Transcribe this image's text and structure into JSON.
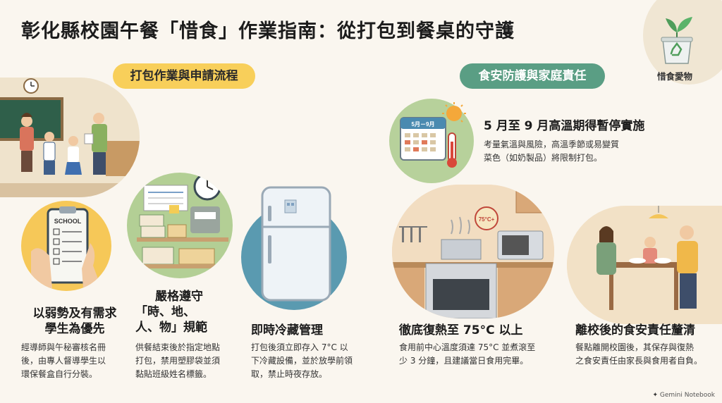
{
  "title": "彰化縣校園午餐「惜食」作業指南：從打包到餐桌的守護",
  "logo": {
    "label": "惜食愛物"
  },
  "sections": {
    "left_label": "打包作業與申請流程",
    "right_label": "食安防護與家庭責任"
  },
  "illustrations": {
    "school_sign": "SCHOOL",
    "calendar_range": "5月－9月",
    "temp_badge": "75°C+"
  },
  "cards": [
    {
      "title_lines": [
        "以弱勢及有需求",
        "學生為優先"
      ],
      "body_lines": [
        "經導師與午秘審核名冊",
        "後，由專人督導學生以",
        "環保餐盒自行分裝。"
      ]
    },
    {
      "title_lines": [
        "嚴格遵守",
        "「時、地、",
        "人、物」規範"
      ],
      "body_lines": [
        "供餐結束後於指定地點",
        "打包，禁用塑膠袋並須",
        "黏貼班級姓名標籤。"
      ]
    },
    {
      "title_lines": [
        "即時冷藏管理"
      ],
      "body_lines": [
        "打包後須立即存入 7°C 以",
        "下冷藏設備，並於放學前領",
        "取，禁止時夜存放。"
      ]
    },
    {
      "title_lines": [
        "5 月至 9 月高溫期得暫停實施"
      ],
      "body_lines": [
        "考量氣溫與風險，高溫季節或易變質",
        "菜色（如奶製品）將限制打包。"
      ]
    },
    {
      "title_lines": [
        "徹底復熱至 75°C 以上"
      ],
      "body_lines": [
        "食用前中心溫度須達 75°C 並煮滾至",
        "少 3 分鐘，且建議當日食用完畢。"
      ]
    },
    {
      "title_lines": [
        "離校後的食安責任釐清"
      ],
      "body_lines": [
        "餐點離開校園後，其保存與復熱",
        "之食安責任由家長與食用者自負。"
      ]
    }
  ],
  "footer": {
    "brand": "Gemini Notebook"
  }
}
